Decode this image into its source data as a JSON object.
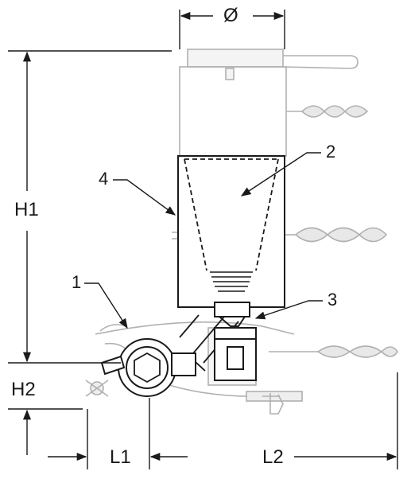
{
  "dimension_labels": {
    "diameter": "Ø",
    "h1": "H1",
    "h2": "H2",
    "l1": "L1",
    "l2": "L2"
  },
  "callouts": {
    "c1": "1",
    "c2": "2",
    "c3": "3",
    "c4": "4"
  },
  "colors": {
    "ink": "#1a1a1a",
    "ghost": "#b8b8b8",
    "ghost_fill": "#f2f2f2"
  }
}
